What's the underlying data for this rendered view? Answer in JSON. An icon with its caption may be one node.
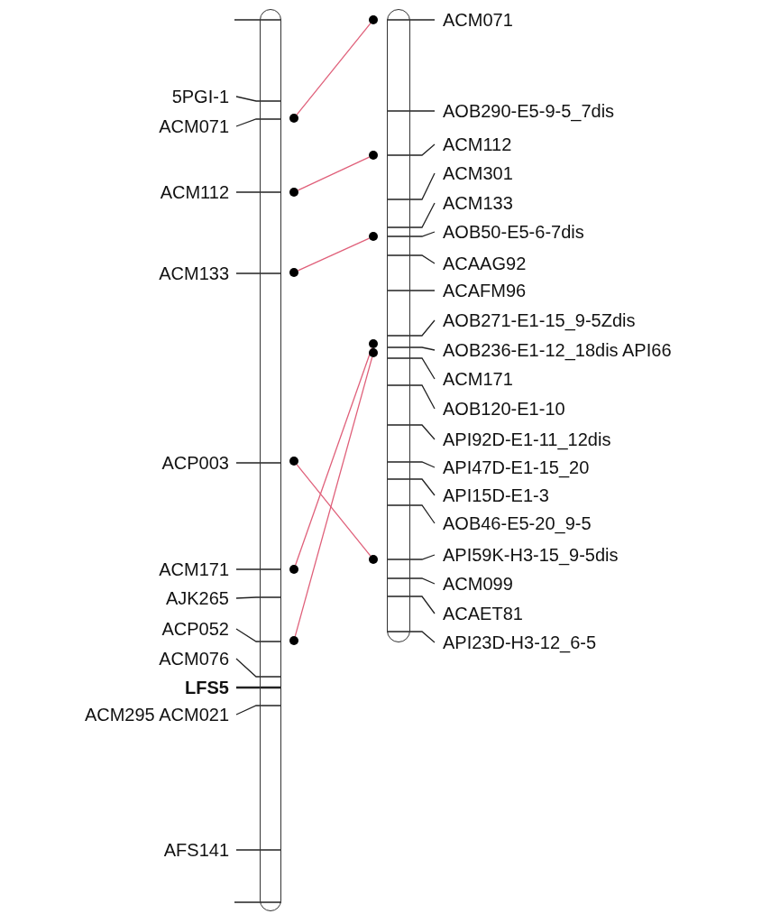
{
  "diagram": {
    "nodes": [
      {
        "text": [],
        "shape": "bar"
      },
      {
        "text": [],
        "shape": "bar"
      },
      {
        "text": [],
        "shape": "circle"
      },
      {
        "text": [],
        "shape": "circle"
      },
      {
        "text": [],
        "shape": "circle"
      },
      {
        "text": [],
        "shape": "circle"
      },
      {
        "text": [],
        "shape": "circle"
      },
      {
        "text": [],
        "shape": "circle"
      },
      {
        "text": [],
        "shape": "circle"
      },
      {
        "text": [],
        "shape": "circle"
      },
      {
        "text": [],
        "shape": "circle"
      },
      {
        "text": [],
        "shape": "circle"
      },
      {
        "text": [],
        "shape": "circle"
      },
      {
        "text": [],
        "shape": "circle"
      }
    ],
    "edges": [
      {
        "from": 2,
        "to": 8,
        "arrow": "none"
      },
      {
        "from": 3,
        "to": 9,
        "arrow": "none"
      },
      {
        "from": 4,
        "to": 10,
        "arrow": "none"
      },
      {
        "from": 5,
        "to": 13,
        "arrow": "none"
      },
      {
        "from": 6,
        "to": 11,
        "arrow": "none"
      },
      {
        "from": 7,
        "to": 12,
        "arrow": "none"
      }
    ],
    "labels": [
      "5PGI-1",
      "ACM071",
      "ACM112",
      "ACM133",
      "ACP003",
      "ACM171",
      "AJK265",
      "ACP052",
      "ACM076",
      "LFS5",
      "ACM295 ACM021",
      "AFS141",
      "ACM071",
      "AOB290-E5-9-5_7dis",
      "ACM112",
      "ACM301",
      "ACM133",
      "AOB50-E5-6-7dis",
      "ACAAG92",
      "ACAFM96",
      "AOB271-E1-15_9-5Zdis",
      "AOB236-E1-12_18dis API66",
      "ACM171",
      "AOB120-E1-10",
      "API92D-E1-11_12dis",
      "API47D-E1-15_20",
      "API15D-E1-3",
      "AOB46-E5-20_9-5",
      "API59K-H3-15_9-5dis",
      "ACM099",
      "ACAET81",
      "API23D-H3-12_6-5"
    ]
  }
}
